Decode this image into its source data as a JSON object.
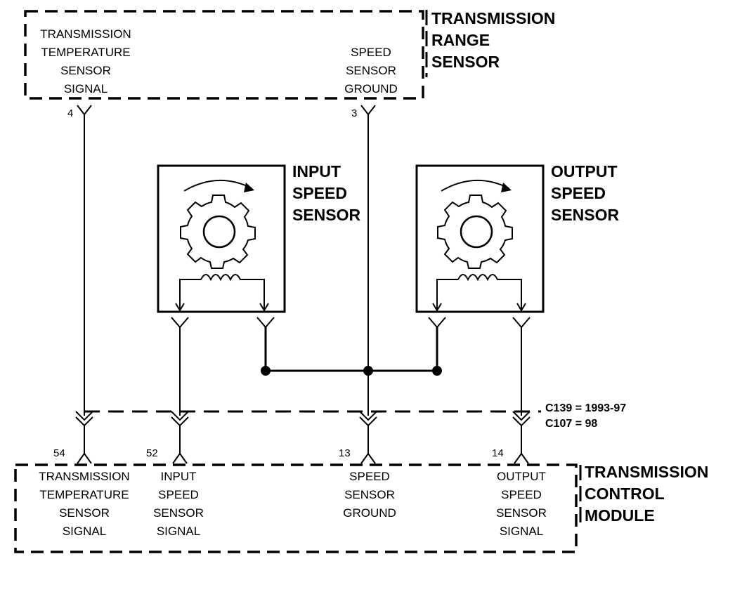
{
  "range_sensor": {
    "title_lines": [
      "TRANSMISSION",
      "RANGE",
      "SENSOR"
    ],
    "temp_signal_lines": [
      "TRANSMISSION",
      "TEMPERATURE",
      "SENSOR",
      "SIGNAL"
    ],
    "ground_lines": [
      "SPEED",
      "SENSOR",
      "GROUND"
    ],
    "pin_temp": "4",
    "pin_ground": "3"
  },
  "input_speed_sensor": {
    "title_lines": [
      "INPUT",
      "SPEED",
      "SENSOR"
    ]
  },
  "output_speed_sensor": {
    "title_lines": [
      "OUTPUT",
      "SPEED",
      "SENSOR"
    ]
  },
  "connector_note": {
    "lines": [
      "C139 = 1993-97",
      "C107 = 98"
    ]
  },
  "control_module": {
    "title_lines": [
      "TRANSMISSION",
      "CONTROL",
      "MODULE"
    ],
    "pins": [
      {
        "pin": "54",
        "lines": [
          "TRANSMISSION",
          "TEMPERATURE",
          "SENSOR",
          "SIGNAL"
        ]
      },
      {
        "pin": "52",
        "lines": [
          "INPUT",
          "SPEED",
          "SENSOR",
          "SIGNAL"
        ]
      },
      {
        "pin": "13",
        "lines": [
          "SPEED",
          "SENSOR",
          "GROUND"
        ]
      },
      {
        "pin": "14",
        "lines": [
          "OUTPUT",
          "SPEED",
          "SENSOR",
          "SIGNAL"
        ]
      }
    ]
  }
}
